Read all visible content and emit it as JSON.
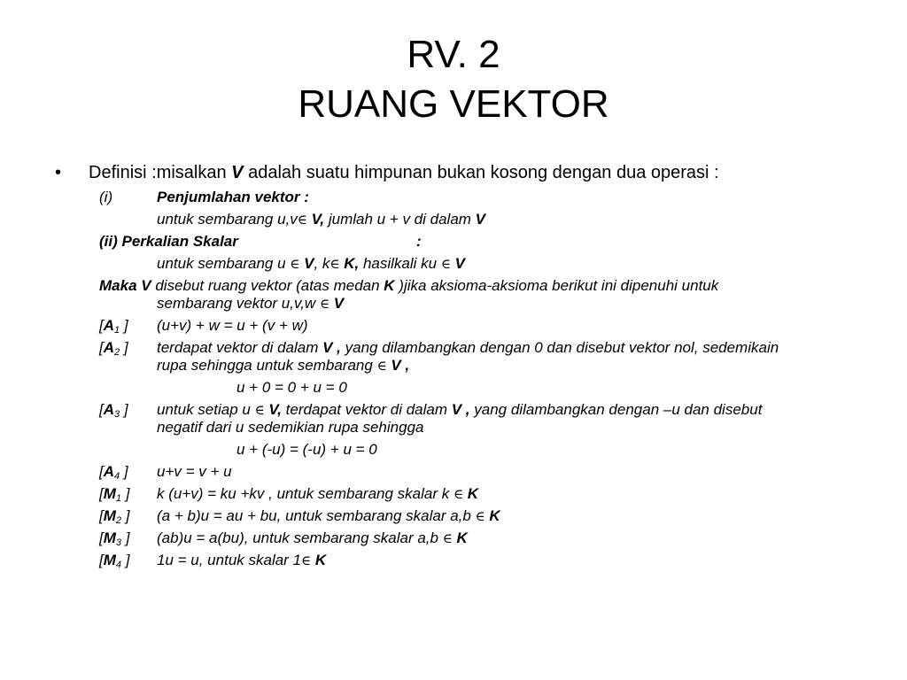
{
  "title": {
    "line1": "RV. 2",
    "line2": "RUANG VEKTOR"
  },
  "bullet": {
    "dot": "•",
    "pre": "Definisi :misalkan ",
    "v": "V",
    "post": "  adalah suatu himpunan bukan kosong dengan dua operasi :"
  },
  "op1": {
    "label": "(i)",
    "name": "Penjumlahan  vektor  :",
    "l_pre": "untuk sembarang u,v",
    "in": "∈",
    "l_V": " V,",
    "l_mid": " jumlah u + v di dalam ",
    "l_V2": "V"
  },
  "op2": {
    "label": "(ii)  Perkalian Skalar",
    "colon": ":",
    "l_pre": "untuk sembarang u ",
    "in": "∈",
    "l_V": " V",
    "l_k": ", k",
    "l_K": " K,",
    "l_mid": " hasilkali ku  ",
    "l_V2": " V"
  },
  "maka": {
    "b1": "Maka V",
    "t1": " disebut ruang vektor (atas medan ",
    "K": "K",
    "t2": " )jika aksioma-aksioma berikut ini dipenuhi untuk",
    "t3": "sembarang vektor u,v,w  ",
    "in": "∈",
    "V": " V"
  },
  "axioms": {
    "A1": {
      "open": "[",
      "L": "A",
      "n": "1",
      "close": " ]",
      "text": "(u+v) + w = u + (v + w)"
    },
    "A2": {
      "open": "[",
      "L": "A",
      "n": "2",
      "close": " ]",
      "t1": "terdapat vektor di dalam ",
      "V": "V ,",
      "t2": " yang dilambangkan dengan 0 dan disebut vektor nol, sedemikain",
      "t3": "rupa sehingga  untuk sembarang  ",
      "in": "∈",
      "V2": " V  ,",
      "eq": "u + 0  = 0 + u = 0"
    },
    "A3": {
      "open": "[",
      "L": "A",
      "n": "3",
      "close": " ]",
      "t1": "untuk setiap u  ",
      "in": "∈",
      "V": " V,",
      "t2": " terdapat  vektor di dalam ",
      "V2": "V ,",
      "t3": "  yang dilambangkan dengan –u dan disebut",
      "t4": "negatif  dari u sedemikian rupa sehingga",
      "eq": "u + (-u)  = (-u)  + u = 0"
    },
    "A4": {
      "open": "[",
      "L": "A",
      "n": "4",
      "close": " ]",
      "text": "u+v = v + u"
    },
    "M1": {
      "open": "[",
      "L": "M",
      "n": "1",
      "close": " ]",
      "text": "k (u+v)  = ku +kv , untuk sembarang skalar k  ",
      "in": "∈",
      "K": " K"
    },
    "M2": {
      "open": "[",
      "L": "M",
      "n": "2",
      "close": " ]",
      "text": "(a + b)u = au + bu, untuk sembarang skalar a,b  ",
      "in": "∈",
      "K": " K"
    },
    "M3": {
      "open": "[",
      "L": "M",
      "n": "3",
      "close": " ]",
      "text": "(ab)u = a(bu), untuk sembarang skalar a,b  ",
      "in": "∈",
      "K": " K"
    },
    "M4": {
      "open": "[",
      "L": "M",
      "n": "4",
      "close": " ]",
      "text": "1u = u, untuk  skalar  1",
      "in": "∈",
      "K": " K"
    }
  }
}
